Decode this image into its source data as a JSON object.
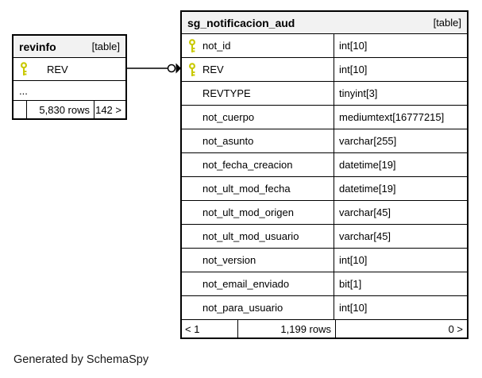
{
  "diagram": {
    "generated_by": "Generated by SchemaSpy"
  },
  "colors": {
    "key_icon": "#c9c900",
    "header_bg": "#f2f2f2",
    "border": "#000000"
  },
  "icons": {
    "primary_key": "key-icon",
    "fk_connector": "open-circle-arrow"
  },
  "tables": [
    {
      "name": "revinfo",
      "badge": "[table]",
      "columns": [
        {
          "name": "REV",
          "type": "",
          "key": true
        }
      ],
      "ellipsis": "...",
      "footer": {
        "left": "",
        "rows": "5,830 rows",
        "right": "142 >"
      }
    },
    {
      "name": "sg_notificacion_aud",
      "badge": "[table]",
      "columns": [
        {
          "name": "not_id",
          "type": "int[10]",
          "key": true
        },
        {
          "name": "REV",
          "type": "int[10]",
          "key": true
        },
        {
          "name": "REVTYPE",
          "type": "tinyint[3]",
          "key": false
        },
        {
          "name": "not_cuerpo",
          "type": "mediumtext[16777215]",
          "key": false
        },
        {
          "name": "not_asunto",
          "type": "varchar[255]",
          "key": false
        },
        {
          "name": "not_fecha_creacion",
          "type": "datetime[19]",
          "key": false
        },
        {
          "name": "not_ult_mod_fecha",
          "type": "datetime[19]",
          "key": false
        },
        {
          "name": "not_ult_mod_origen",
          "type": "varchar[45]",
          "key": false
        },
        {
          "name": "not_ult_mod_usuario",
          "type": "varchar[45]",
          "key": false
        },
        {
          "name": "not_version",
          "type": "int[10]",
          "key": false
        },
        {
          "name": "not_email_enviado",
          "type": "bit[1]",
          "key": false
        },
        {
          "name": "not_para_usuario",
          "type": "int[10]",
          "key": false
        }
      ],
      "footer": {
        "left": "< 1",
        "rows": "1,199 rows",
        "right": "0 >"
      }
    }
  ]
}
